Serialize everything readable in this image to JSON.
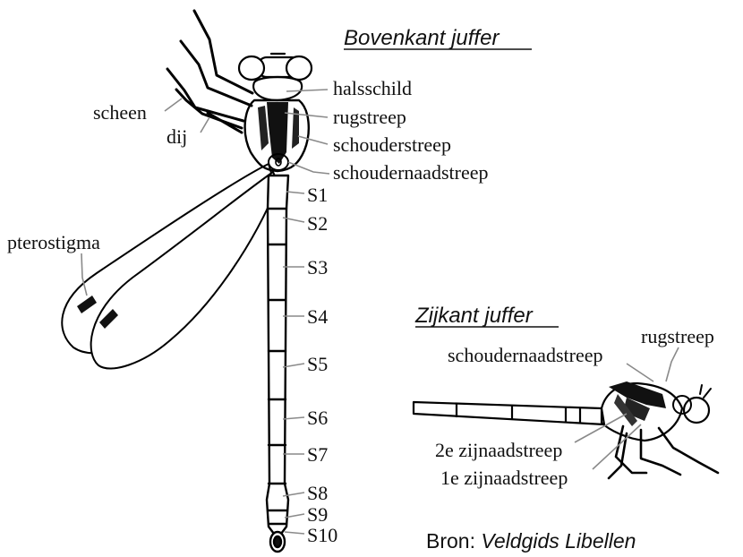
{
  "top_view": {
    "title": "Bovenkant juffer",
    "labels": {
      "halsschild": "halsschild",
      "rugstreep": "rugstreep",
      "schouderstreep": "schouderstreep",
      "schoudernaadstreep": "schoudernaadstreep",
      "scheen": "scheen",
      "dij": "dij",
      "pterostigma": "pterostigma",
      "segments": [
        "S1",
        "S2",
        "S3",
        "S4",
        "S5",
        "S6",
        "S7",
        "S8",
        "S9",
        "S10"
      ]
    }
  },
  "side_view": {
    "title": "Zijkant juffer",
    "labels": {
      "rugstreep": "rugstreep",
      "schoudernaadstreep": "schoudernaadstreep",
      "zijnaadstreep_2": "2e zijnaadstreep",
      "zijnaadstreep_1": "1e zijnaadstreep"
    }
  },
  "source": {
    "prefix": "Bron: ",
    "title": "Veldgids Libellen"
  }
}
